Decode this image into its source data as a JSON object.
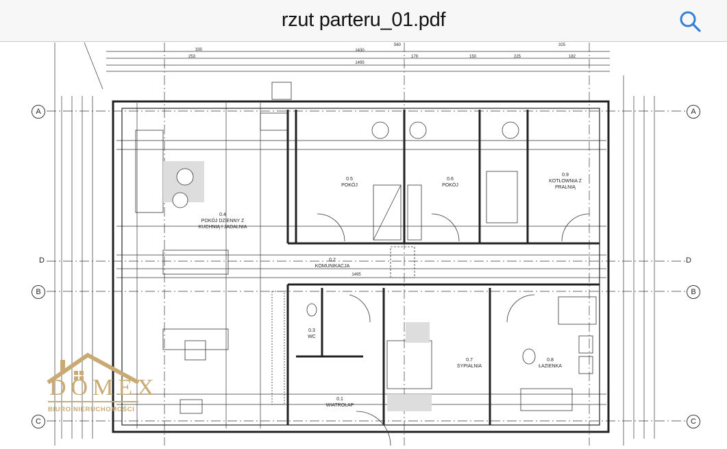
{
  "header": {
    "title": "rzut parteru_01.pdf",
    "search_icon": "search-icon"
  },
  "plan": {
    "axes": {
      "a": "A",
      "b": "B",
      "c": "C",
      "d": "D"
    },
    "rooms": [
      {
        "number": "0.1",
        "name": "WIATROŁAP"
      },
      {
        "number": "0.2",
        "name": "KOMUNIKACJA"
      },
      {
        "number": "0.3",
        "name": "WC"
      },
      {
        "number": "0.4",
        "name": "POKÓJ DZIENNY Z KUCHNIĄ I JADALNIA"
      },
      {
        "number": "0.5",
        "name": "POKÓJ"
      },
      {
        "number": "0.6",
        "name": "POKÓJ"
      },
      {
        "number": "0.7",
        "name": "SYPIALNIA"
      },
      {
        "number": "0.8",
        "name": "ŁAZIENKA"
      },
      {
        "number": "0.9",
        "name": "KOTŁOWNIA Z PRALNIĄ"
      }
    ],
    "top_dimensions": [
      "1430",
      "1495",
      "560",
      "325",
      "330",
      "253",
      "179",
      "150",
      "225",
      "182"
    ],
    "corridor_dimension": "1495"
  },
  "watermark": {
    "brand": "DOMEX",
    "subtitle": "BIURO NIERUCHOMOŚCI"
  },
  "colors": {
    "watermark": "#c9aa74",
    "accent": "#2f7fd6"
  }
}
